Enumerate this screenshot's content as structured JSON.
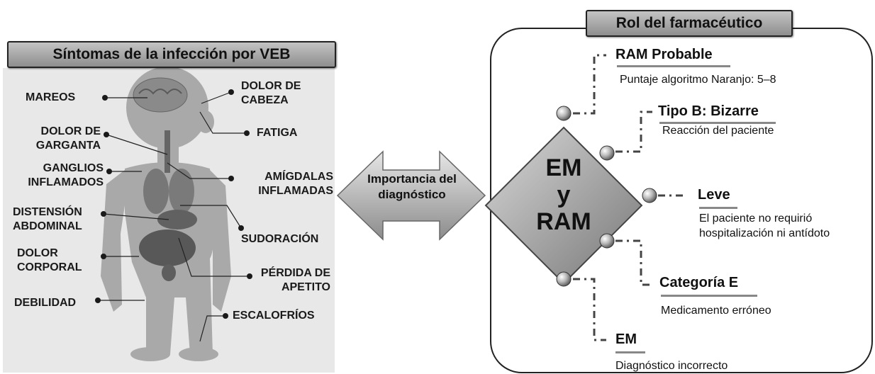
{
  "left": {
    "title": "Síntomas de la infección por VEB",
    "symptoms": {
      "mareos": "MAREOS",
      "dolor_cabeza": "DOLOR DE CABEZA",
      "dolor_garganta": "DOLOR DE GARGANTA",
      "fatiga": "FATIGA",
      "ganglios": "GANGLIOS INFLAMADOS",
      "amigdalas": "AMÍGDALAS INFLAMADAS",
      "distension": "DISTENSIÓN ABDOMINAL",
      "sudoracion": "SUDORACIÓN",
      "dolor_corporal": "DOLOR CORPORAL",
      "perdida": "PÉRDIDA DE APETITO",
      "debilidad": "DEBILIDAD",
      "escalofrios": "ESCALOFRÍOS"
    }
  },
  "center": {
    "arrow_label": "Importancia del diagnóstico"
  },
  "right": {
    "title": "Rol del farmacéutico",
    "diamond": {
      "line1": "EM",
      "line2": "y",
      "line3": "RAM"
    },
    "items": [
      {
        "heading": "RAM Probable",
        "detail": "Puntaje algoritmo Naranjo: 5–8"
      },
      {
        "heading": "Tipo B: Bizarre",
        "detail": "Reacción del paciente"
      },
      {
        "heading": "Leve",
        "detail": "El paciente no requirió hospitalización ni antídoto"
      },
      {
        "heading": "Categoría E",
        "detail": "Medicamento erróneo"
      },
      {
        "heading": "EM",
        "detail": "Diagnóstico incorrecto"
      }
    ]
  }
}
